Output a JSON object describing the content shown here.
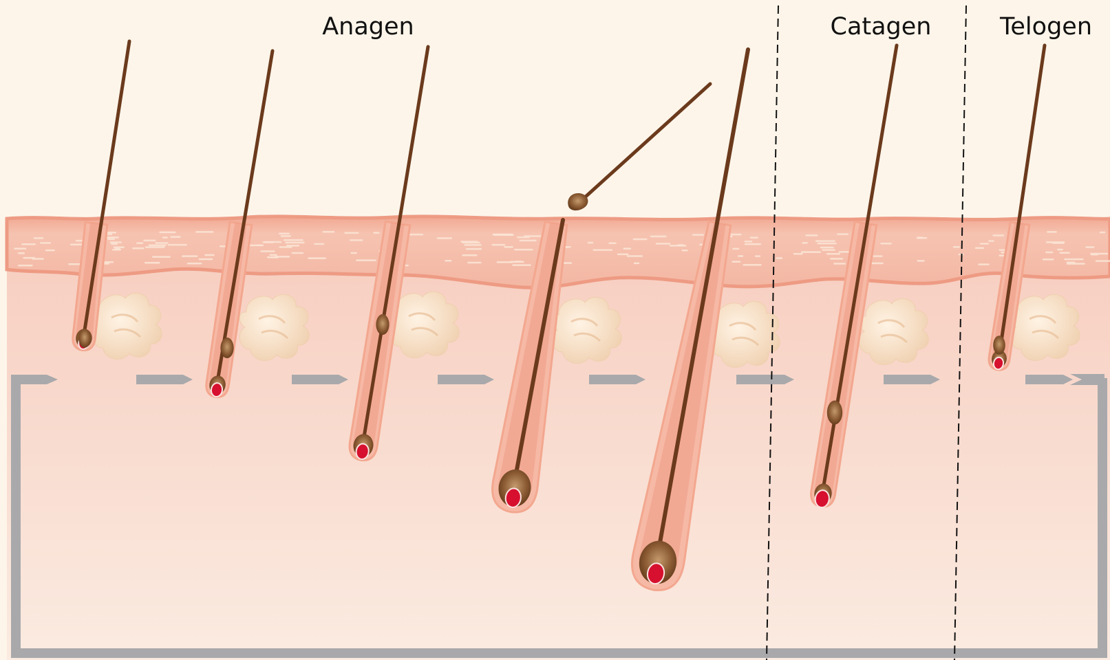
{
  "diagram": {
    "phases": [
      {
        "id": "anagen",
        "label": "Anagen"
      },
      {
        "id": "catagen",
        "label": "Catagen"
      },
      {
        "id": "telogen",
        "label": "Telogen"
      }
    ],
    "colors": {
      "background": "#fdf5ea",
      "epidermis": "#f4b9a4",
      "dermis_top": "#f6cdbf",
      "dermis_bottom": "#fae8dd",
      "follicle_sheath": "#f1a996",
      "hair_shaft": "#6b3a1c",
      "hair_bulb": "#8a5a33",
      "dermal_papilla": "#d6102e",
      "sebaceous_gland": "#f7dcc0",
      "cycle_arrow": "#a9a9ab",
      "divider": "#111111"
    },
    "follicles": [
      {
        "stage": "early-anagen"
      },
      {
        "stage": "anagen-2"
      },
      {
        "stage": "anagen-3"
      },
      {
        "stage": "anagen-4"
      },
      {
        "stage": "full-anagen"
      },
      {
        "stage": "catagen"
      },
      {
        "stage": "telogen"
      }
    ],
    "icons": [
      "cycle-arrow-icon",
      "shed-hair-club"
    ]
  }
}
